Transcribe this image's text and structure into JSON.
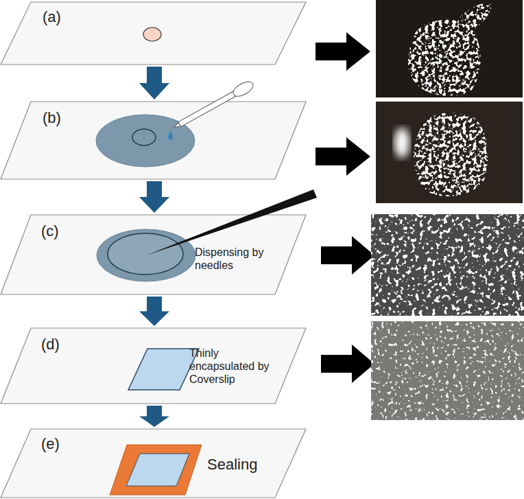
{
  "diagram": {
    "nodes": [
      {
        "text": [
          "(a)"
        ]
      },
      {
        "text": [
          "(b)"
        ]
      },
      {
        "text": [
          "(c)",
          "Dispensing by needles"
        ]
      },
      {
        "text": [
          "(d)",
          "Thinly encapsulated by Coverslip"
        ]
      },
      {
        "text": [
          "(e)",
          "Sealing"
        ]
      }
    ],
    "edges": [
      {
        "from": 0,
        "to": 1,
        "arrow": "to"
      },
      {
        "from": 1,
        "to": 2,
        "arrow": "to"
      },
      {
        "from": 2,
        "to": 3,
        "arrow": "to"
      },
      {
        "from": 3,
        "to": 4,
        "arrow": "to"
      }
    ]
  }
}
